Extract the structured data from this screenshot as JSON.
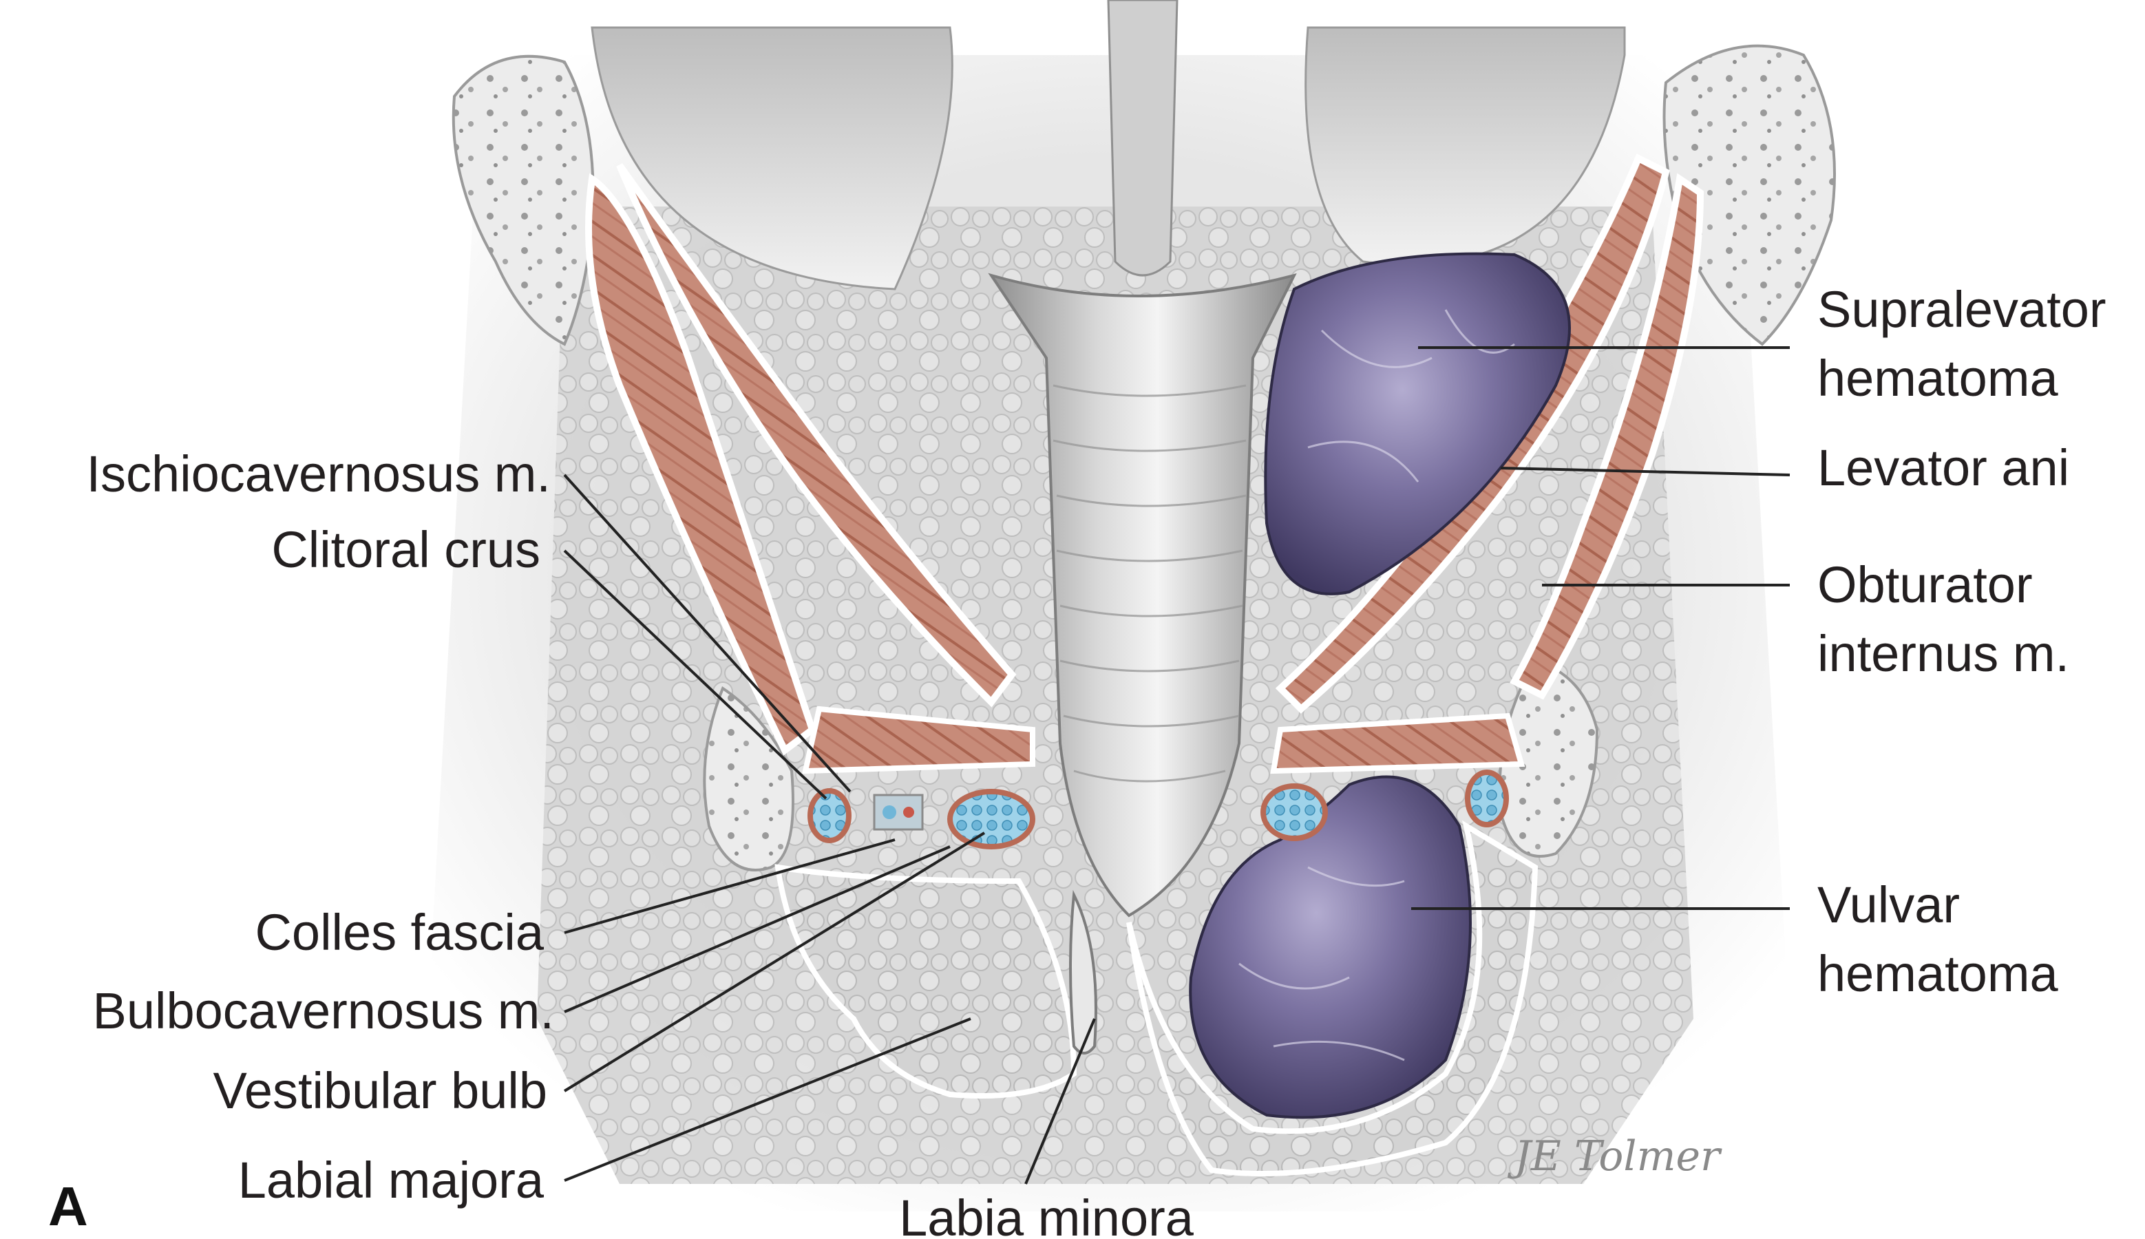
{
  "figure": {
    "panel_letter": "A",
    "signature": "JE Tolmer",
    "colors": {
      "muscle": "#c68a78",
      "muscle_dark": "#9e5c4b",
      "fat": "#d6d6d6",
      "bone": "#e6e6e6",
      "hematoma": "#5e5680",
      "vessel": "#6fb6d8",
      "fascia": "#ffffff"
    },
    "labels": {
      "ischiocavernosus": "Ischiocavernosus m.",
      "clitoral_crus": "Clitoral crus",
      "colles_fascia": "Colles fascia",
      "bulbocavernosus": "Bulbocavernosus m.",
      "vestibular_bulb": "Vestibular bulb",
      "labial_majora": "Labial majora",
      "labia_minora": "Labia minora",
      "supralevator_1": "Supralevator",
      "supralevator_2": "hematoma",
      "levator_ani": "Levator ani",
      "obturator_1": "Obturator",
      "obturator_2": "internus m.",
      "vulvar_1": "Vulvar",
      "vulvar_2": "hematoma"
    }
  }
}
